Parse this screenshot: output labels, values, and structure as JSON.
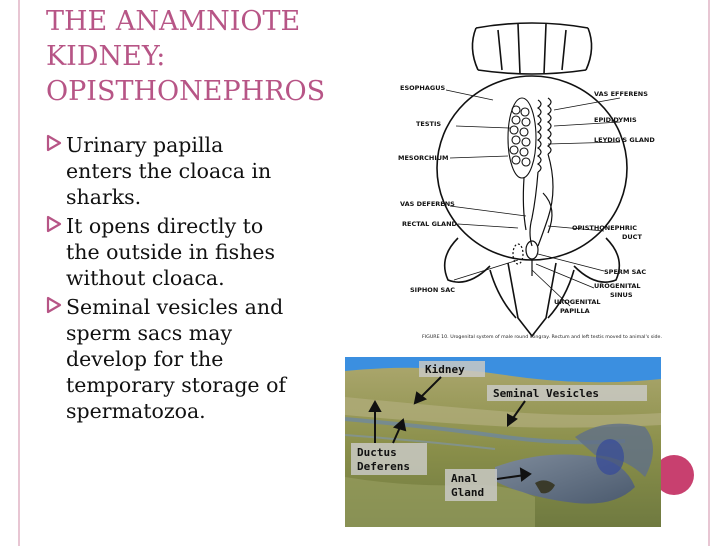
{
  "slide": {
    "title_lines": [
      "THE ANAMNIOTE",
      "KIDNEY:",
      "OPISTHONEPHROS"
    ],
    "bullets": [
      [
        "Urinary papilla",
        "enters the cloaca in",
        "sharks."
      ],
      [
        "It opens directly to",
        "the outside in fishes",
        "without cloaca."
      ],
      [
        "Seminal vesicles and",
        "sperm sacs may",
        "develop for the",
        "temporary storage of",
        "spermatozoa."
      ]
    ]
  },
  "diagram": {
    "labels": {
      "esophagus": "ESOPHAGUS",
      "vas_efferens": "VAS EFFERENS",
      "testis": "TESTIS",
      "epididymis": "EPIDIDYMIS",
      "leydigs_gland": "LEYDIG'S GLAND",
      "mesorchium": "MESORCHIUM",
      "vas_deferens": "VAS DEFERENS",
      "rectal_gland": "RECTAL GLAND",
      "opisthonephric": "OPISTHONEPHRIC",
      "duct": "DUCT",
      "sperm_sac": "SPERM SAC",
      "siphon_sac": "SIPHON SAC",
      "urogenital": "UROGENITAL",
      "sinus": "SINUS",
      "urogenital2": "UROGENITAL",
      "papilla": "PAPILLA"
    },
    "caption": "FIGURE 10. Urogenital system of male round stingray. Rectum and left testis moved to animal's side."
  },
  "photo": {
    "labels": {
      "kidney": "Kidney",
      "seminal_vesicles": "Seminal Vesicles",
      "ductus": "Ductus",
      "deferens": "Deferens",
      "anal": "Anal",
      "gland": "Gland"
    }
  },
  "colors": {
    "title": "#b75586",
    "accent_circle": "#c8406f",
    "frame": "#e8c6d3",
    "photo_sky": "#3b8fe0",
    "photo_tissue": "#8a8f4a"
  },
  "icons": {
    "bullet": "arrow-bullet-icon"
  }
}
